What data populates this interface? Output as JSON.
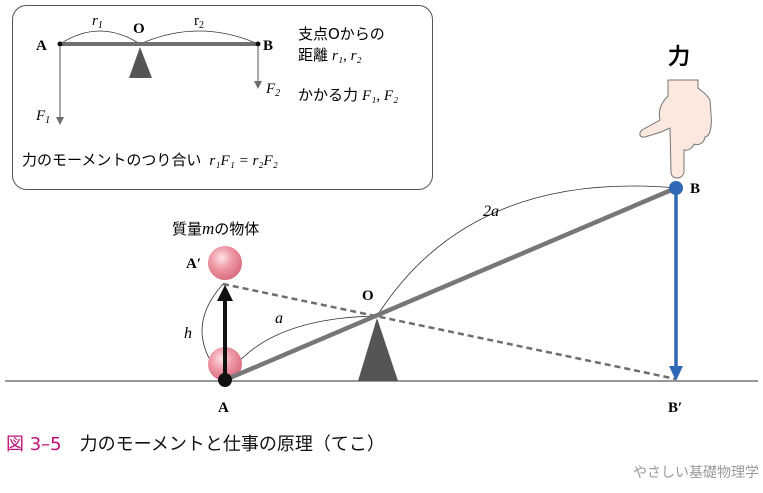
{
  "inset": {
    "label_A": "A",
    "label_B": "B",
    "label_O": "O",
    "label_r1": "r",
    "label_r1_sub": "1",
    "label_r2": "r",
    "label_r2_sub": "2",
    "label_F1": "F",
    "label_F1_sub": "1",
    "label_F2": "F",
    "label_F2_sub": "2",
    "distance_line1": "支点Oからの",
    "distance_line2": "距離",
    "distance_vars": "r₁, r₂",
    "force_text": "かかる力",
    "force_vars": "F₁, F₂",
    "balance_text": "力のモーメントのつり合い",
    "balance_eq": "r₁F₁ = r₂F₂"
  },
  "main": {
    "force_label": "力",
    "object_label": "質量",
    "object_var": "m",
    "object_label_suffix": "の物体",
    "label_A": "A",
    "label_A_prime": "A′",
    "label_B": "B",
    "label_B_prime": "B′",
    "label_O": "O",
    "label_h": "h",
    "label_a": "a",
    "label_2a": "2a"
  },
  "colors": {
    "lever": "#6e6e6e",
    "fulcrum": "#555555",
    "blue": "#2f68b5",
    "ball": "#e8808e",
    "hand": "#fbe8de",
    "caption_accent": "#c0137a"
  },
  "caption": {
    "figure_number": "図 3–5",
    "title": "力のモーメントと仕事の原理（てこ）"
  },
  "credit": "やさしい基礎物理学"
}
